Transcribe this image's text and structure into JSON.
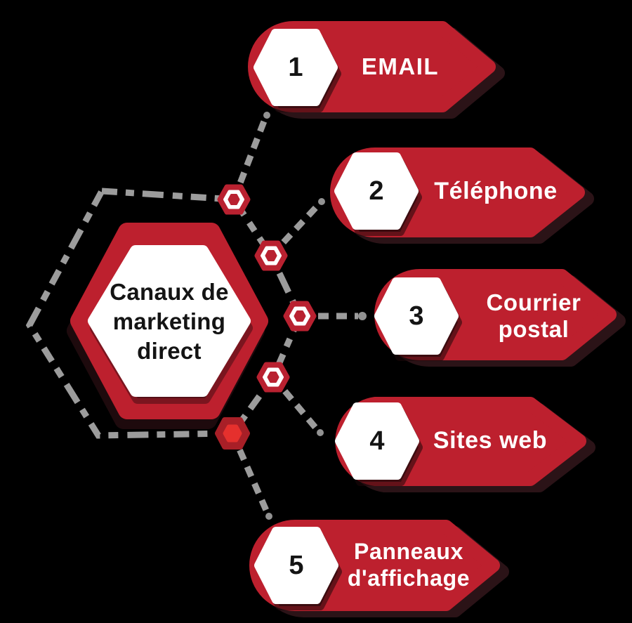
{
  "diagram": {
    "center": {
      "label": "Canaux de\nmarketing\ndirect"
    },
    "items": [
      {
        "number": "1",
        "label": "EMAIL"
      },
      {
        "number": "2",
        "label": "Téléphone"
      },
      {
        "number": "3",
        "label": "Courrier\npostal"
      },
      {
        "number": "4",
        "label": "Sites web"
      },
      {
        "number": "5",
        "label": "Panneaux\nd'affichage"
      }
    ]
  },
  "colors": {
    "background": "#000000",
    "pill_red": "#bd202e",
    "pill_shadow": "#2b1317",
    "node_red": "#b92130",
    "node_dark_red": "#a81f27",
    "node_bright_red": "#e5302d",
    "dash_gray": "#9c9c9c",
    "label_white": "#ffffff",
    "number_black": "#141414"
  }
}
